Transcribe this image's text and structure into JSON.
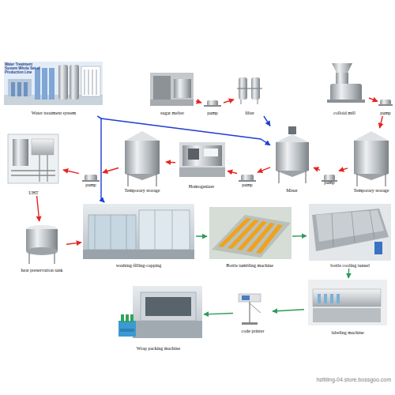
{
  "diagram": {
    "nodes": [
      {
        "text": [
          "Water treatment system"
        ]
      },
      {
        "text": [
          "sugar melter"
        ]
      },
      {
        "text": [
          "pump"
        ]
      },
      {
        "text": [
          "filter"
        ]
      },
      {
        "text": [
          "colloid mill"
        ]
      },
      {
        "text": [
          "pump"
        ]
      },
      {
        "text": [
          "UHT"
        ]
      },
      {
        "text": [
          "pump"
        ]
      },
      {
        "text": [
          "Temporary storage"
        ]
      },
      {
        "text": [
          "Homogenizer"
        ]
      },
      {
        "text": [
          "pump"
        ]
      },
      {
        "text": [
          "Mixer"
        ]
      },
      {
        "text": [
          "pump"
        ]
      },
      {
        "text": [
          "Temporary storage"
        ]
      },
      {
        "text": [
          "heat preservation tank"
        ]
      },
      {
        "text": [
          "washing-filling-capping"
        ]
      },
      {
        "text": [
          "Bottle tumbling machine"
        ]
      },
      {
        "text": [
          "bottle cooling tunnel"
        ]
      },
      {
        "text": [
          "Wrap packing machine"
        ]
      },
      {
        "text": [
          "code printer"
        ]
      },
      {
        "text": [
          "labeling machine"
        ]
      }
    ],
    "edges": [
      {
        "from": 0,
        "to": 11,
        "arrow": "to"
      },
      {
        "from": 0,
        "to": 15,
        "arrow": "to"
      },
      {
        "from": 1,
        "to": 2,
        "arrow": "to"
      },
      {
        "from": 2,
        "to": 3,
        "arrow": "to"
      },
      {
        "from": 3,
        "to": 11,
        "arrow": "to"
      },
      {
        "from": 4,
        "to": 5,
        "arrow": "to"
      },
      {
        "from": 5,
        "to": 13,
        "arrow": "to"
      },
      {
        "from": 13,
        "to": 12,
        "arrow": "to"
      },
      {
        "from": 12,
        "to": 11,
        "arrow": "to"
      },
      {
        "from": 11,
        "to": 10,
        "arrow": "to"
      },
      {
        "from": 10,
        "to": 9,
        "arrow": "to"
      },
      {
        "from": 9,
        "to": 8,
        "arrow": "to"
      },
      {
        "from": 8,
        "to": 7,
        "arrow": "to"
      },
      {
        "from": 7,
        "to": 6,
        "arrow": "to"
      },
      {
        "from": 6,
        "to": 14,
        "arrow": "to"
      },
      {
        "from": 14,
        "to": 15,
        "arrow": "to"
      },
      {
        "from": 15,
        "to": 16,
        "arrow": "to"
      },
      {
        "from": 16,
        "to": 17,
        "arrow": "to"
      },
      {
        "from": 17,
        "to": 20,
        "arrow": "to"
      },
      {
        "from": 20,
        "to": 19,
        "arrow": "to"
      },
      {
        "from": 19,
        "to": 18,
        "arrow": "to"
      }
    ],
    "labels": [
      "Water Treatment System Whole Set of Production Line",
      "hsfilling-04.store.bossgoo.com"
    ]
  }
}
